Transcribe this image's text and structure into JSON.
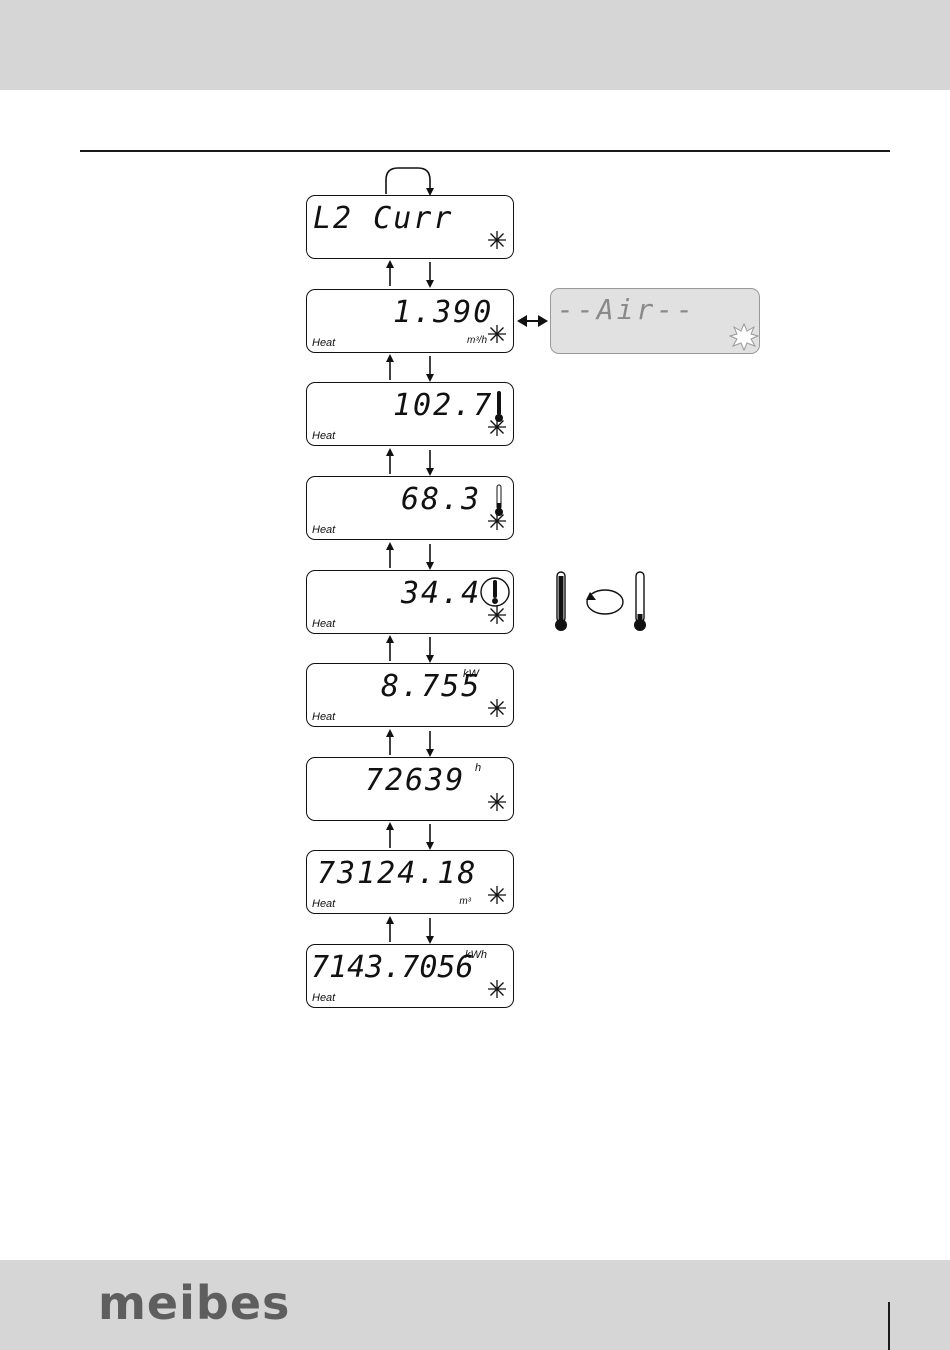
{
  "brand": {
    "logo": "meibes"
  },
  "displays": [
    {
      "digits": "L2  Curr",
      "heat": "",
      "unit_bottom": "",
      "unit_top": ""
    },
    {
      "digits": "1.390",
      "heat": "Heat",
      "unit_bottom": "m³/h",
      "unit_top": ""
    },
    {
      "digits": "102.7",
      "heat": "Heat",
      "unit_bottom": "",
      "unit_top": ""
    },
    {
      "digits": "68.3",
      "heat": "Heat",
      "unit_bottom": "",
      "unit_top": ""
    },
    {
      "digits": "34.4",
      "heat": "Heat",
      "unit_bottom": "",
      "unit_top": ""
    },
    {
      "digits": "8.755",
      "heat": "Heat",
      "unit_bottom": "",
      "unit_top": "kW"
    },
    {
      "digits": "72639",
      "heat": "",
      "unit_bottom": "",
      "unit_top": "h"
    },
    {
      "digits": "73124.18",
      "heat": "Heat",
      "unit_bottom": "m³",
      "unit_top": ""
    },
    {
      "digits": "7143.7056",
      "heat": "Heat",
      "unit_bottom": "",
      "unit_top": "kWh"
    }
  ],
  "error_display": {
    "digits": "--Air--"
  },
  "colors": {
    "lcd_border": "#111111",
    "band": "#d6d6d6",
    "error_bg": "#e1e1e1",
    "logo": "#5e5e5e"
  },
  "icons": [
    "cycle-arrow-icon",
    "up-arrow-icon",
    "down-arrow-icon",
    "sun-star-icon",
    "thermometer-icon",
    "double-arrow-icon",
    "flash-burst-icon"
  ]
}
